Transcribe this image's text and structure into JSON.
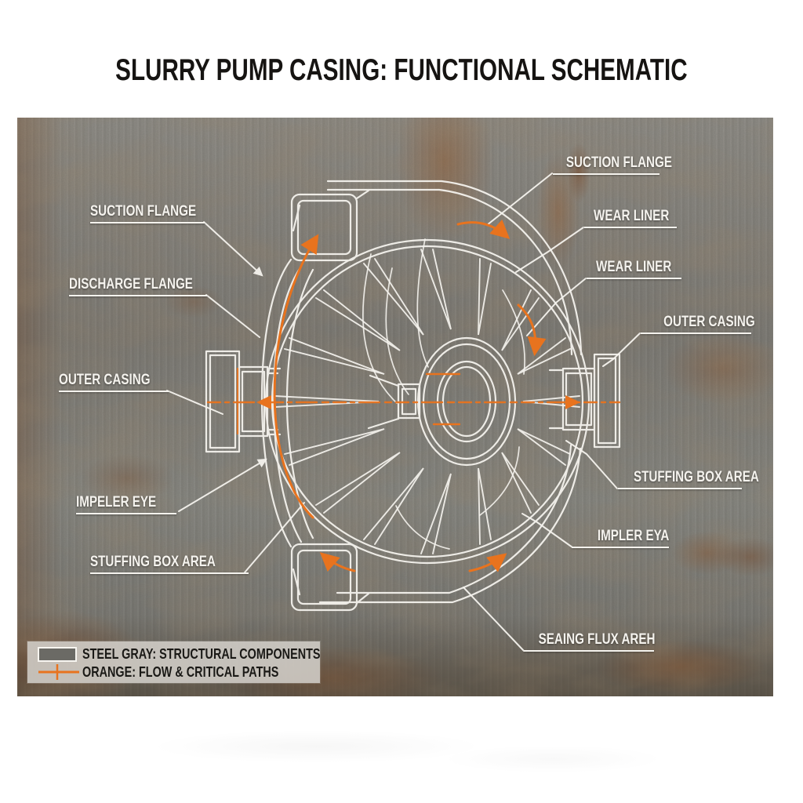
{
  "title": "SLURRY PUMP CASING: FUNCTIONAL SCHEMATIC",
  "labels": [
    {
      "id": "suction-flange-left",
      "text": "SUCTION FLANGE"
    },
    {
      "id": "discharge-flange",
      "text": "DISCHARGE FLANGE"
    },
    {
      "id": "outer-casing-left",
      "text": "OUTER CASING"
    },
    {
      "id": "impeller-eye-left",
      "text": "IMPELER EYE"
    },
    {
      "id": "stuffing-box-left",
      "text": "STUFFING BOX AREA"
    },
    {
      "id": "suction-flange-right",
      "text": "SUCTION FLANGE"
    },
    {
      "id": "wear-liner-upper",
      "text": "WEAR LINER"
    },
    {
      "id": "wear-liner-lower",
      "text": "WEAR LINER"
    },
    {
      "id": "outer-casing-right",
      "text": "OUTER CASING"
    },
    {
      "id": "stuffing-box-right",
      "text": "STUFFING BOX AREA"
    },
    {
      "id": "impeller-eye-right",
      "text": "IMPLER EYA"
    },
    {
      "id": "sealing-flush-area",
      "text": "SEAING FLUX AREH"
    }
  ],
  "legend": {
    "steel_label": "STEEL GRAY: STRUCTURAL COMPONENTS",
    "orange_label": "ORANGE: FLOW & CRITICAL PATHS"
  },
  "colors": {
    "accent_orange": "#E8731E",
    "line_white": "#F5F3EE",
    "title_black": "#161412",
    "panel_gray": "#7C7A74"
  }
}
